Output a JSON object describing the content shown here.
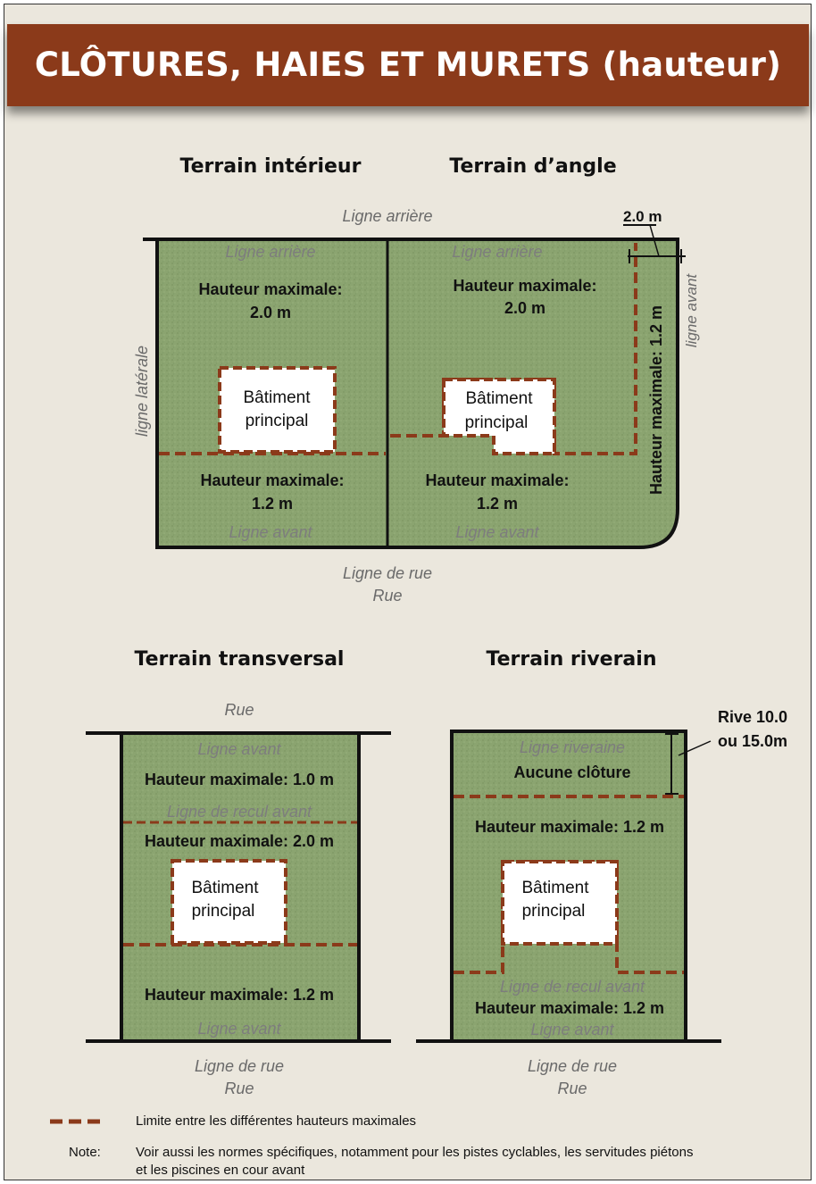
{
  "title": "CLÔTURES, HAIES ET MURETS (hauteur)",
  "colors": {
    "banner": "#8b3a1a",
    "lawn": "#8aa36f",
    "boundary_dash": "#8b3a1a",
    "background": "#ebe7dd"
  },
  "top_section": {
    "interior": {
      "heading": "Terrain intérieur",
      "rear_line": "Ligne arrière",
      "rear_height_label": "Hauteur maximale:",
      "rear_height_value": "2.0 m",
      "building_line1": "Bâtiment",
      "building_line2": "principal",
      "front_height_label": "Hauteur maximale:",
      "front_height_value": "1.2 m",
      "front_line": "Ligne avant",
      "side_line": "ligne latérale"
    },
    "corner": {
      "heading": "Terrain d’angle",
      "rear_line": "Ligne arrière",
      "rear_height_label": "Hauteur maximale:",
      "rear_height_value": "2.0 m",
      "building_line1": "Bâtiment",
      "building_line2": "principal",
      "front_height_label": "Hauteur maximale:",
      "front_height_value": "1.2 m",
      "front_line": "Ligne avant",
      "side_front_line": "ligne avant",
      "side_height": "Hauteur maximale: 1.2 m",
      "dimension": "2.0 m"
    },
    "shared_rear_line": "Ligne arrière",
    "street_line": "Ligne de rue",
    "street": "Rue"
  },
  "bottom_section": {
    "transversal": {
      "heading": "Terrain transversal",
      "street_top": "Rue",
      "front_line_top": "Ligne avant",
      "height_top": "Hauteur maximale: 1.0 m",
      "setback_line": "Ligne de recul avant",
      "height_middle": "Hauteur maximale: 2.0 m",
      "building_line1": "Bâtiment",
      "building_line2": "principal",
      "height_bottom": "Hauteur maximale: 1.2 m",
      "front_line_bottom": "Ligne avant",
      "street_line": "Ligne de rue",
      "street": "Rue"
    },
    "riverside": {
      "heading": "Terrain riverain",
      "shore_label_line1": "Rive 10.0",
      "shore_label_line2": "ou 15.0m",
      "riverside_line": "Ligne riveraine",
      "no_fence": "Aucune clôture",
      "height_upper": "Hauteur maximale: 1.2 m",
      "building_line1": "Bâtiment",
      "building_line2": "principal",
      "setback_line": "Ligne de recul avant",
      "height_lower": "Hauteur maximale: 1.2 m",
      "front_line": "Ligne avant",
      "street_line": "Ligne de rue",
      "street": "Rue"
    }
  },
  "legend": {
    "dash_description": "Limite entre les différentes hauteurs maximales",
    "note_label": "Note:",
    "note_line1": "Voir aussi les normes spécifiques, notamment pour les pistes cyclables, les servitudes piétons",
    "note_line2": "et les piscines en cour avant"
  }
}
